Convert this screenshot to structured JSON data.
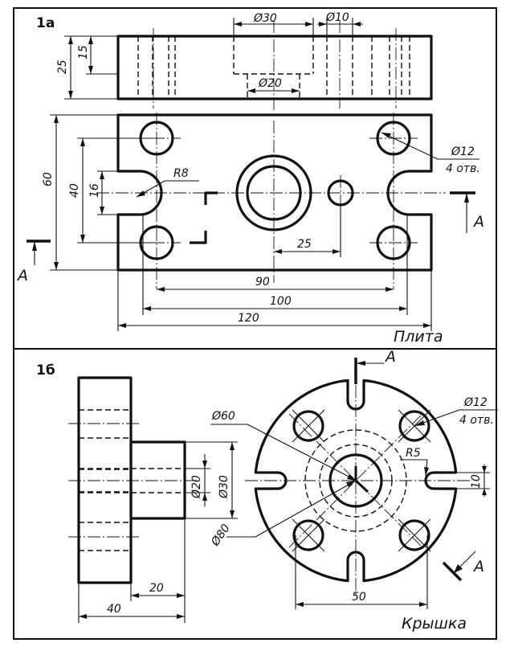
{
  "panel_a": {
    "label": "1а",
    "title": "Плита",
    "dims": {
      "d30": "Ø30",
      "d10": "Ø10",
      "d20": "Ø20",
      "h25": "25",
      "h15": "15",
      "h60": "60",
      "h40": "40",
      "h16": "16",
      "r8": "R8",
      "d12": "Ø12",
      "holes": "4 отв.",
      "x25": "25",
      "w90": "90",
      "w100": "100",
      "w120": "120"
    },
    "section_left": "A",
    "section_right": "A"
  },
  "panel_b": {
    "label": "1б",
    "title": "Крышка",
    "dims": {
      "d60": "Ø60",
      "d80": "Ø80",
      "d20": "Ø20",
      "d30": "Ø30",
      "d12": "Ø12",
      "holes": "4 отв.",
      "r5": "R5",
      "h10": "10",
      "w40": "40",
      "w20": "20",
      "w50": "50"
    },
    "section_top": "A",
    "section_bottom": "A"
  }
}
